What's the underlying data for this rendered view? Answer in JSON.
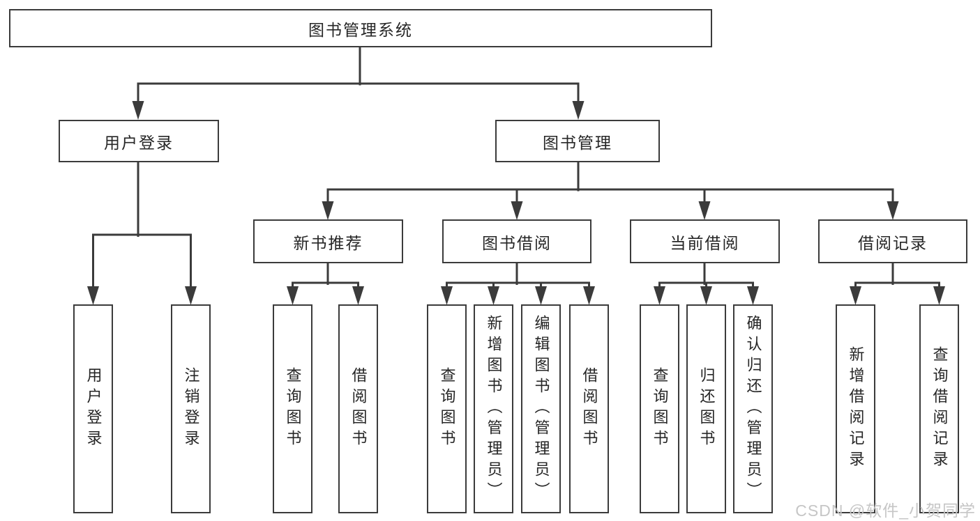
{
  "tree": {
    "root": "图书管理系统",
    "level2": [
      "用户登录",
      "图书管理"
    ],
    "level3": [
      "新书推荐",
      "图书借阅",
      "当前借阅",
      "借阅记录"
    ],
    "leaves": {
      "user_login": [
        "用户登录",
        "注销登录"
      ],
      "new_book_recommend": [
        "查询图书",
        "借阅图书"
      ],
      "book_borrow": [
        "查询图书",
        "新增图书（管理员）",
        "编辑图书（管理员）",
        "借阅图书"
      ],
      "current_borrow": [
        "查询图书",
        "归还图书",
        "确认归还（管理员）"
      ],
      "borrow_records": [
        "新增借阅记录",
        "查询借阅记录"
      ]
    }
  },
  "watermark": "CSDN @软件_小贺同学",
  "colors": {
    "line": "#3b3b3b",
    "text": "#262626",
    "background": "#ffffff",
    "watermark": "#c6c6c6"
  }
}
